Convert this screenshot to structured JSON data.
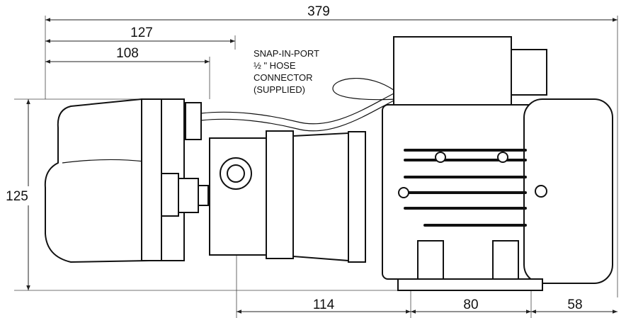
{
  "dimensions": {
    "overall_length": "379",
    "switch_length_outer": "127",
    "switch_length_inner": "108",
    "height": "125",
    "pump_section": "114",
    "motor_foot": "80",
    "motor_rear": "58"
  },
  "annotation": {
    "line1": "SNAP-IN-PORT",
    "line2": "½ \" HOSE",
    "line3": "CONNECTOR",
    "line4": "(SUPPLIED)"
  }
}
